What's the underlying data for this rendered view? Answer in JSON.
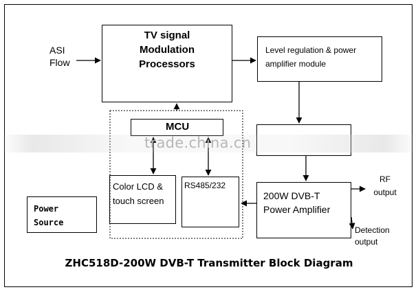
{
  "diagram": {
    "asi_input_label": "ASI\nFlow",
    "tv_block_label": "TV signal\nModulation\nProcessors",
    "level_block_label": "Level regulation & power\namplifier module",
    "mcu_label": "MCU",
    "lcd_label": "Color LCD &\ntouch screen",
    "rs485_label": "RS485/232",
    "power_source_label": "Power\nSource",
    "amp_block_label": "200W DVB-T\nPower Amplifier",
    "rf_output_label": "RF\noutput",
    "detection_output_label": "Detection\noutput",
    "caption": "ZHC518D-200W DVB-T Transmitter Block Diagram"
  },
  "watermark": "trade.china.cn"
}
